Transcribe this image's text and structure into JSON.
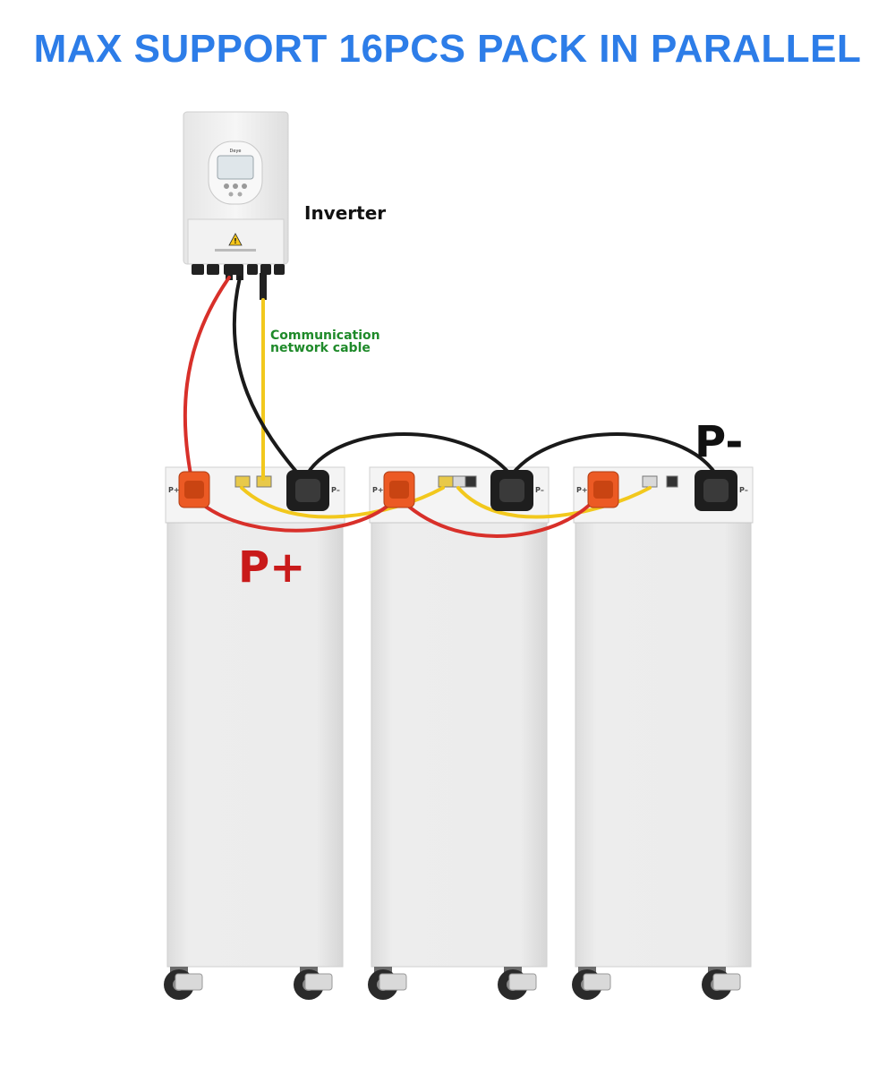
{
  "header": {
    "title": "MAX SUPPORT 16PCS PACK IN PARALLEL"
  },
  "labels": {
    "inverter": "Inverter",
    "comm_line1": "Communication",
    "comm_line2": "network cable",
    "positive": "P+",
    "negative": "P-"
  },
  "battery_terminals": {
    "left": "P+",
    "right": "P–"
  },
  "inverter": {
    "brand": "Deye"
  },
  "colors": {
    "title": "#2d7de8",
    "positive_cable": "#d8302a",
    "negative_cable": "#1a1a1a",
    "comm_cable": "#f2c81d",
    "positive_terminal": "#ec5a24",
    "negative_terminal": "#1e1e1e",
    "comm_label": "#1f8a2a",
    "positive_label": "#c91a1a"
  },
  "icons": [
    "warning-icon",
    "battery-icon",
    "caster-wheel-icon"
  ]
}
